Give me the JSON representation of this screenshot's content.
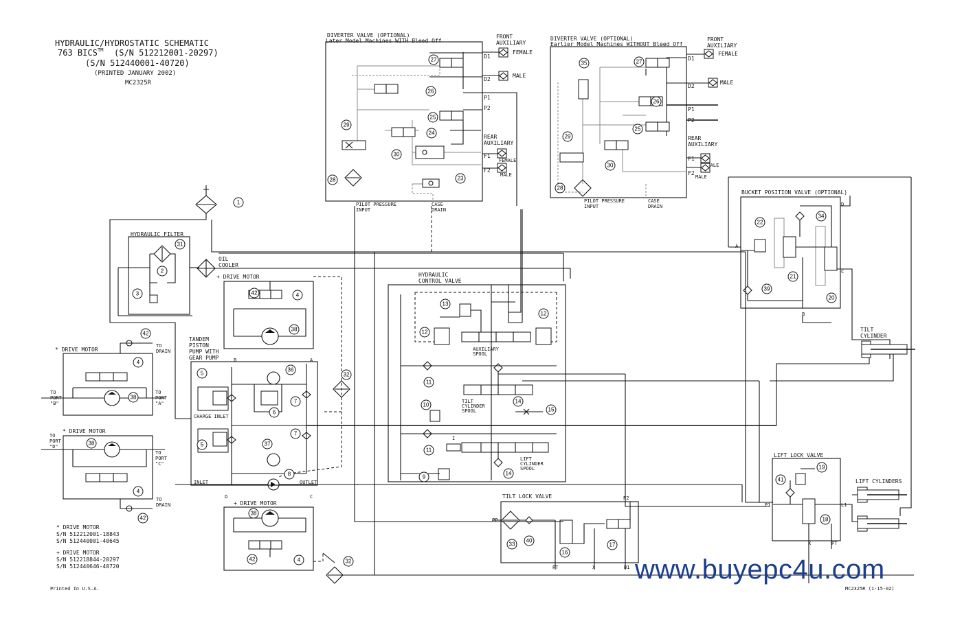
{
  "title_block": {
    "line1": "HYDRAULIC/HYDROSTATIC SCHEMATIC",
    "line2": "763 BICS",
    "tm": "TM",
    "line2b": "(S/N 512212001-20297)",
    "line3": "(S/N 512440001-40720)",
    "line4": "(PRINTED JANUARY 2002)",
    "line5": "MC2325R"
  },
  "diverter_later": {
    "title1": "DIVERTER VALVE (OPTIONAL)",
    "title2": "Later Model Machines WITH Bleed Off",
    "front_aux": [
      "FRONT",
      "AUXILIARY"
    ],
    "rear_aux": [
      "REAR",
      "AUXILIARY"
    ],
    "ports": [
      "D1",
      "D2",
      "P1",
      "P2",
      "F1",
      "F2"
    ],
    "female": "FEMALE",
    "male": "MALE",
    "pilot": [
      "PILOT PRESSURE",
      "INPUT"
    ],
    "case": [
      "CASE",
      "DRAIN"
    ]
  },
  "diverter_earlier": {
    "title1": "DIVERTER VALVE (OPTIONAL)",
    "title2": "Earlier Model Machines WITHOUT Bleed Off",
    "front_aux": [
      "FRONT",
      "AUXILIARY"
    ],
    "rear_aux": [
      "REAR",
      "AUXILIARY"
    ],
    "ports": [
      "D1",
      "D2",
      "P1",
      "P2",
      "F1",
      "F2"
    ],
    "female": "FEMALE",
    "male": "MALE",
    "pilot": [
      "PILOT PRESSURE",
      "INPUT"
    ],
    "case": [
      "CASE",
      "DRAIN"
    ]
  },
  "hydraulic_filter": "HYDRAULIC FILTER",
  "oil_cooler": [
    "OIL",
    "COOLER"
  ],
  "drive_motor_plus": "+ DRIVE MOTOR",
  "drive_motor_star": "* DRIVE MOTOR",
  "tandem": [
    "TANDEM",
    "PISTON",
    "PUMP WITH",
    "GEAR PUMP"
  ],
  "charge_inlet": "CHARGE INLET",
  "inlet": "INLET",
  "outlet": "OUTLET",
  "hcv": [
    "HYDRAULIC",
    "CONTROL VALVE"
  ],
  "aux_spool": [
    "AUXILIARY",
    "SPOOL"
  ],
  "tilt_spool": [
    "TILT",
    "CYLINDER",
    "SPOOL"
  ],
  "lift_spool": [
    "LIFT",
    "CYLINDER",
    "SPOOL"
  ],
  "bucket_valve": "BUCKET POSITION VALVE (OPTIONAL)",
  "tilt_cylinder": [
    "TILT",
    "CYLINDER"
  ],
  "lift_lock": "LIFT LOCK VALVE",
  "lift_cylinders": "LIFT CYLINDERS",
  "tilt_lock": "TILT LOCK VALVE",
  "to_drain": [
    "TO",
    "DRAIN"
  ],
  "to_port_b": [
    "TO",
    "PORT",
    "\"B\""
  ],
  "to_port_a": [
    "TO",
    "PORT",
    "\"A\""
  ],
  "to_port_d": [
    "TO",
    "PORT",
    "\"D\""
  ],
  "to_port_c": [
    "TO",
    "PORT",
    "\"C\""
  ],
  "letters": {
    "A": "A",
    "B": "B",
    "C": "C",
    "D": "D",
    "I": "I",
    "P1": "P1",
    "L1": "L1",
    "X": "X",
    "PT": "PT",
    "PP": "PP",
    "P2": "P2",
    "B1": "B1"
  },
  "legend": {
    "star": "* DRIVE MOTOR",
    "star_sn1": "S/N 512212001-18843",
    "star_sn2": "S/N 512440001-40645",
    "plus": "+ DRIVE MOTOR",
    "plus_sn1": "S/N 512218844-20297",
    "plus_sn2": "S/N 512440646-40720"
  },
  "printed_in": "Printed In U.S.A.",
  "footer_code": "MC2325R (1-15-02)",
  "watermark": "www.buyepc4u.com",
  "callouts": {
    "c1": "1",
    "c2": "2",
    "c3": "3",
    "c4": "4",
    "c5": "5",
    "c6": "6",
    "c7": "7",
    "c8": "8",
    "c9": "9",
    "c10": "10",
    "c11": "11",
    "c12": "12",
    "c13": "13",
    "c14": "14",
    "c15": "15",
    "c16": "16",
    "c17": "17",
    "c18": "18",
    "c19": "19",
    "c20": "20",
    "c21": "21",
    "c22": "22",
    "c23": "23",
    "c24": "24",
    "c25": "25",
    "c26": "26",
    "c27": "27",
    "c28": "28",
    "c29": "29",
    "c30": "30",
    "c31": "31",
    "c32": "32",
    "c33": "33",
    "c34": "34",
    "c35": "35",
    "c36": "36",
    "c37": "37",
    "c38": "38",
    "c39": "39",
    "c40": "40",
    "c41": "41",
    "c42": "42"
  }
}
